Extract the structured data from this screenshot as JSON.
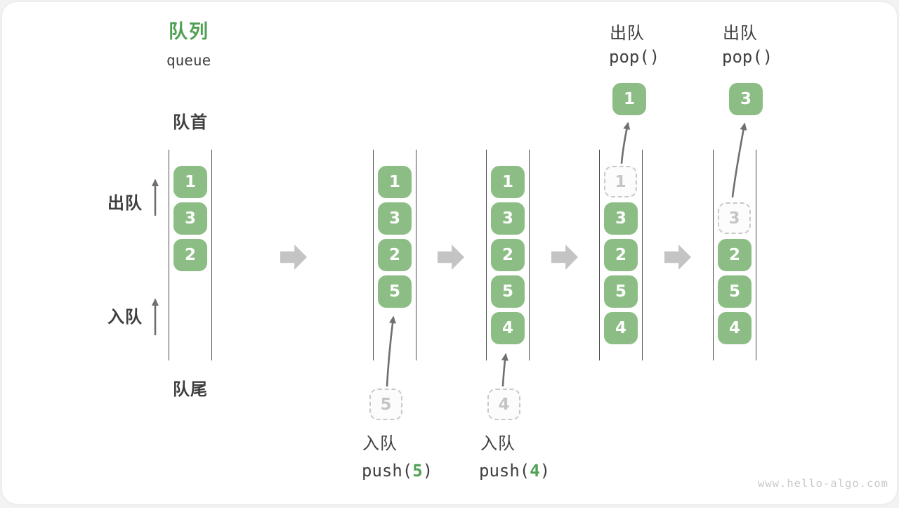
{
  "title": {
    "zh": "队列",
    "en": "queue"
  },
  "legend": {
    "front": "队首",
    "rear": "队尾",
    "dequeue": "出队",
    "enqueue": "入队"
  },
  "watermark": "www.hello-algo.com",
  "colors": {
    "accent_green": "#4FA052",
    "box_green": "#8CBD84",
    "dashed_gray": "#C9C9C9",
    "dashed_text": "#C5C5C5",
    "text_dark": "#3F3F3F",
    "rail_gray": "#4A4A4A",
    "arrow_gray": "#6F6F6F",
    "block_arrow_gray": "#C4C4C4",
    "watermark_gray": "#C9C9C9"
  },
  "states": [
    {
      "name": "initial",
      "boxes": [
        "1",
        "3",
        "2"
      ]
    },
    {
      "name": "after-push-5",
      "boxes": [
        "1",
        "3",
        "2",
        "5"
      ],
      "pending": "5",
      "op": {
        "zh": "入队",
        "fn_open": "push(",
        "arg": "5",
        "fn_close": ")"
      }
    },
    {
      "name": "after-push-4",
      "boxes": [
        "1",
        "3",
        "2",
        "5",
        "4"
      ],
      "pending": "4",
      "op": {
        "zh": "入队",
        "fn_open": "push(",
        "arg": "4",
        "fn_close": ")"
      }
    },
    {
      "name": "after-pop-1",
      "removed": "1",
      "boxes": [
        "3",
        "2",
        "5",
        "4"
      ],
      "popped": "1",
      "op": {
        "zh": "出队",
        "fn": "pop()"
      }
    },
    {
      "name": "after-pop-3",
      "removed": "3",
      "boxes": [
        "2",
        "5",
        "4"
      ],
      "popped": "3",
      "op": {
        "zh": "出队",
        "fn": "pop()"
      }
    }
  ]
}
